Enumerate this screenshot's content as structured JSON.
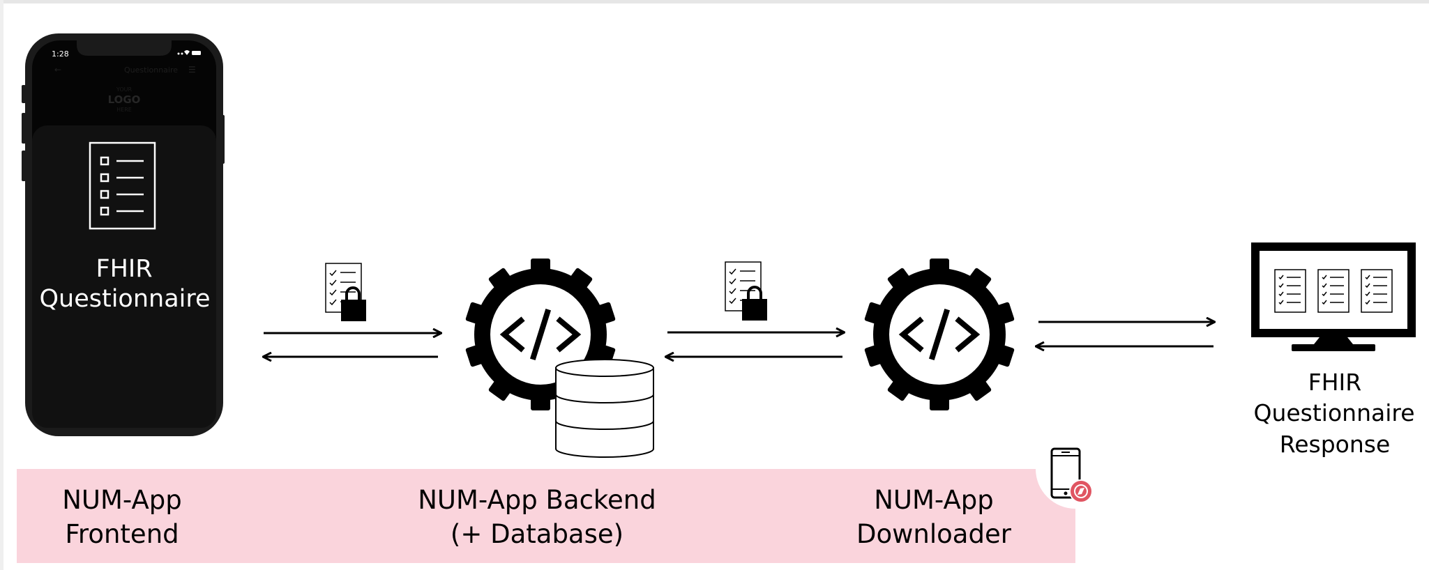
{
  "phone": {
    "status_time": "1:28",
    "header_title": "Questionnaire",
    "logo_line1": "YOUR",
    "logo_line2": "LOGO",
    "logo_line3": "HERE",
    "screen_label_line1": "FHIR",
    "screen_label_line2": "Questionnaire"
  },
  "response": {
    "line1": "FHIR",
    "line2": "Questionnaire",
    "line3": "Response"
  },
  "band": {
    "frontend_line1": "NUM-App",
    "frontend_line2": "Frontend",
    "backend_line1": "NUM-App Backend",
    "backend_line2": "(+ Database)",
    "downloader_line1": "NUM-App",
    "downloader_line2": "Downloader"
  },
  "colors": {
    "band": "#fad4dc",
    "badge": "#e05562",
    "phone_body": "#1b1b1b",
    "screen": "#050505"
  },
  "icons": [
    "checklist-icon",
    "lock-icon",
    "gear-code-icon",
    "database-icon",
    "monitor-icon",
    "mobile-compass-icon",
    "arrow-icon"
  ]
}
